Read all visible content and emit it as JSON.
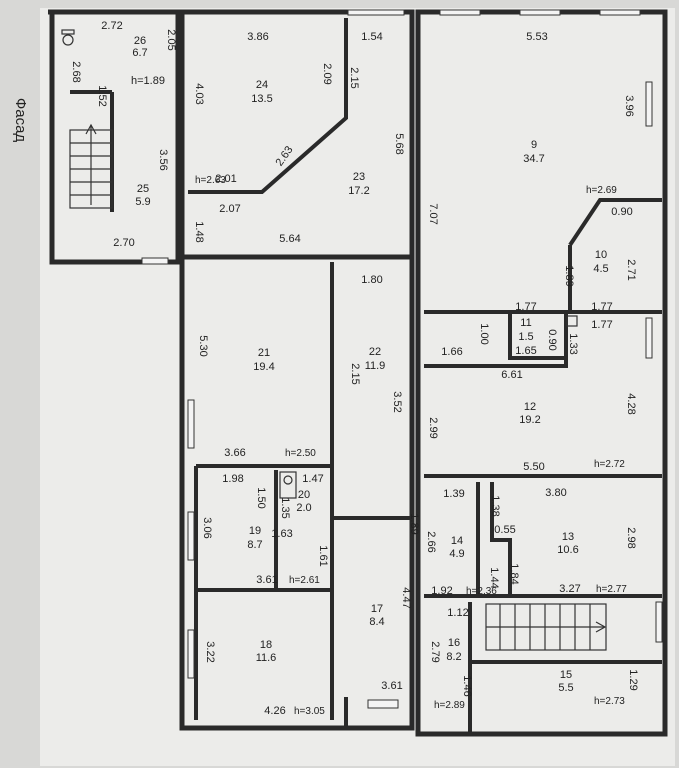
{
  "side_label": "Фасад",
  "rooms": [
    {
      "id": "26",
      "number": "26",
      "area": "6.7"
    },
    {
      "id": "25",
      "number": "25",
      "area": "5.9"
    },
    {
      "id": "24",
      "number": "24",
      "area": "13.5"
    },
    {
      "id": "23",
      "number": "23",
      "area": "17.2"
    },
    {
      "id": "9",
      "number": "9",
      "area": "34.7"
    },
    {
      "id": "10",
      "number": "10",
      "area": "4.5"
    },
    {
      "id": "11",
      "number": "11",
      "area": "1.5"
    },
    {
      "id": "21",
      "number": "21",
      "area": "19.4"
    },
    {
      "id": "22",
      "number": "22",
      "area": "11.9"
    },
    {
      "id": "12",
      "number": "12",
      "area": "19.2"
    },
    {
      "id": "20",
      "number": "20",
      "area": "2.0"
    },
    {
      "id": "19",
      "number": "19",
      "area": "8.7"
    },
    {
      "id": "14",
      "number": "14",
      "area": "4.9"
    },
    {
      "id": "13",
      "number": "13",
      "area": "10.6"
    },
    {
      "id": "17",
      "number": "17",
      "area": "8.4"
    },
    {
      "id": "18",
      "number": "18",
      "area": "11.6"
    },
    {
      "id": "16",
      "number": "16",
      "area": "8.2"
    },
    {
      "id": "15",
      "number": "15",
      "area": "5.5"
    }
  ],
  "dimensions": [
    "2.72",
    "2.05",
    "3.86",
    "1.54",
    "5.53",
    "2.68",
    "1.52",
    "h=1.89",
    "2.09",
    "2.15",
    "4.03",
    "3.96",
    "3.56",
    "2.63",
    "5.68",
    "2.01",
    "2.07",
    "7.07",
    "0.90",
    "1.48",
    "2.70",
    "5.64",
    "1.80",
    "2.71",
    "1.89",
    "1.77",
    "1.77",
    "1.00",
    "0.90",
    "1.33",
    "1.77",
    "1.65",
    "1.66",
    "5.30",
    "2.15",
    "6.61",
    "3.52",
    "4.28",
    "2.99",
    "3.66",
    "5.50",
    "1.98",
    "1.47",
    "1.39",
    "3.80",
    "1.50",
    "1.35",
    "1.38",
    "0.55",
    "2.98",
    "3.06",
    "1.63",
    "2.66",
    "1.44",
    "1.84",
    "1.61",
    "3.61",
    "4.47",
    "1.92",
    "3.27",
    "1.12",
    "3.22",
    "2.79",
    "1.46",
    "1.29",
    "1.89",
    "3.61",
    "4.26"
  ],
  "heights": [
    "h=2.63",
    "h=2.69",
    "h=2.72",
    "h=2.50",
    "h=2.61",
    "h=2.36",
    "h=2.77",
    "h=3.05",
    "h=2.89",
    "h=2.73"
  ]
}
